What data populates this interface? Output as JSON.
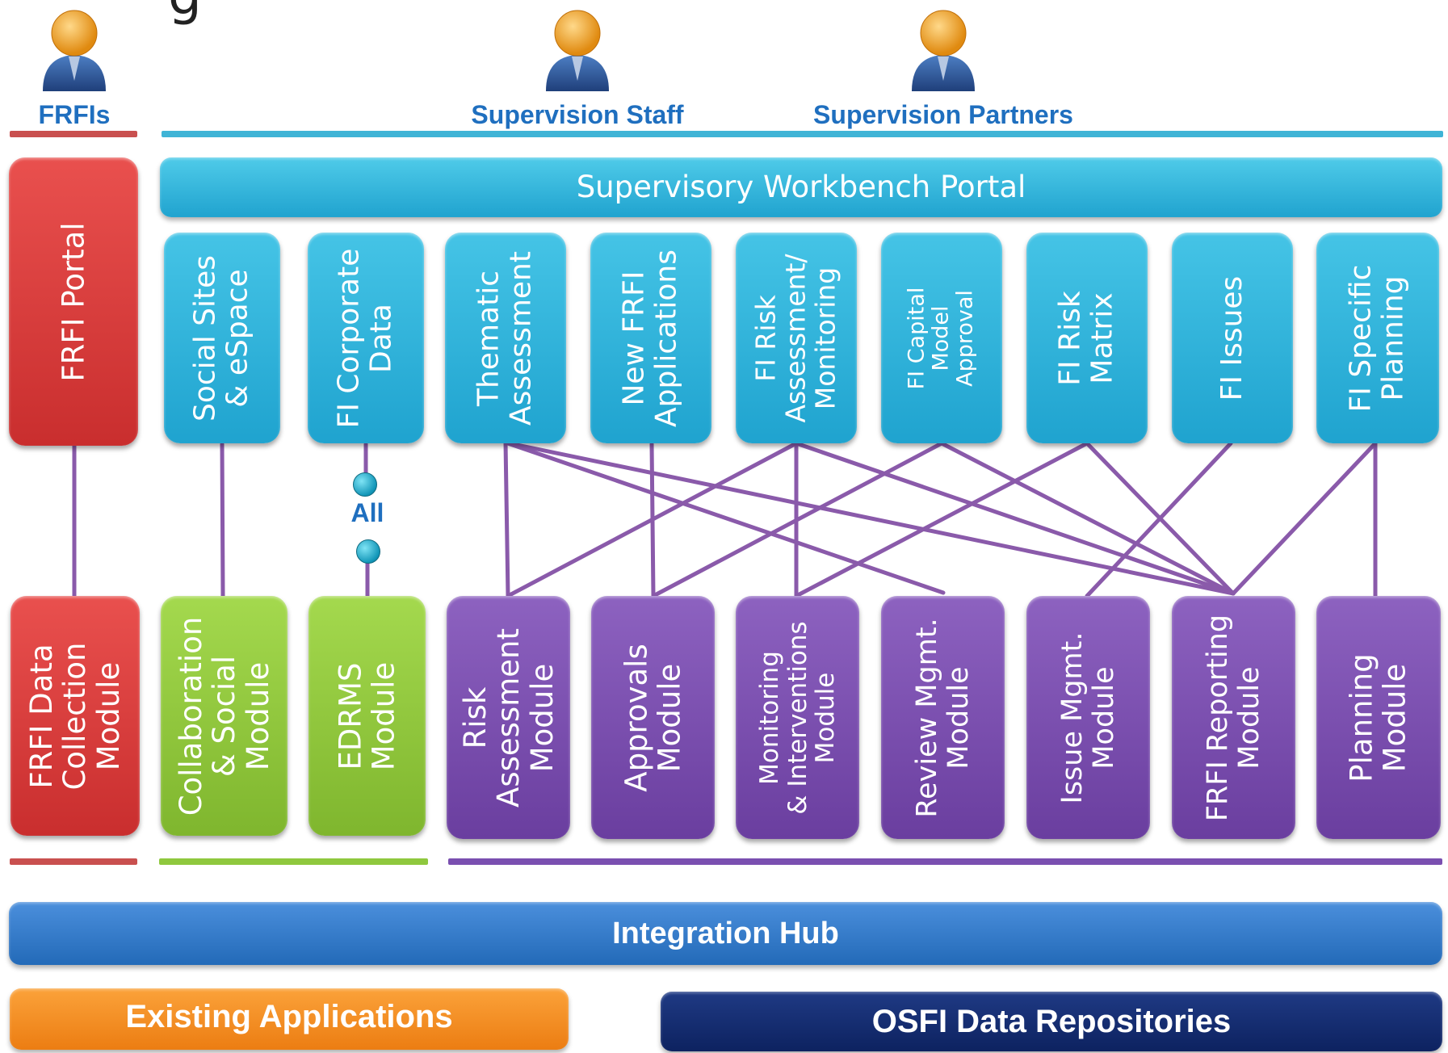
{
  "header_title_fragment": "g",
  "actors": [
    {
      "name": "FRFIs",
      "icon": "person-icon"
    },
    {
      "name": "Supervision Staff",
      "icon": "person-icon"
    },
    {
      "name": "Supervision Partners",
      "icon": "person-icon"
    }
  ],
  "colors": {
    "frfi_red": "#d93a3a",
    "portal_cyan": "#2fb2d8",
    "collab_green": "#8fc83e",
    "module_purple": "#7a4fb0",
    "connector_purple": "#8a5aaa",
    "hub_blue": "#2f78c8",
    "existing_orange": "#f28a1e",
    "osfi_navy": "#112a6a",
    "actor_label_blue": "#1f6fbf"
  },
  "frfi_portal": {
    "label": "FRFI Portal"
  },
  "workbench_portal": {
    "label": "Supervisory Workbench Portal"
  },
  "top_boxes": [
    {
      "lines": [
        "Social Sites",
        "& eSpace"
      ]
    },
    {
      "lines": [
        "FI Corporate",
        "Data"
      ]
    },
    {
      "lines": [
        "Thematic",
        "Assessment"
      ]
    },
    {
      "lines": [
        "New FRFI",
        "Applications"
      ]
    },
    {
      "lines": [
        "FI Risk",
        "Assessment/",
        "Monitoring"
      ]
    },
    {
      "lines": [
        "FI Capital",
        "Model",
        "Approval"
      ]
    },
    {
      "lines": [
        "FI Risk",
        "Matrix"
      ]
    },
    {
      "lines": [
        "FI Issues"
      ]
    },
    {
      "lines": [
        "FI Specific",
        "Planning"
      ]
    }
  ],
  "all_label": "All",
  "bottom_modules": [
    {
      "lines": [
        "FRFI Data",
        "Collection",
        "Module"
      ]
    },
    {
      "lines": [
        "Collaboration",
        "& Social",
        "Module"
      ]
    },
    {
      "lines": [
        "EDRMS",
        "Module"
      ]
    },
    {
      "lines": [
        "Risk",
        "Assessment",
        "Module"
      ]
    },
    {
      "lines": [
        "Approvals",
        "Module"
      ]
    },
    {
      "lines": [
        "Monitoring",
        "& Interventions",
        "Module"
      ]
    },
    {
      "lines": [
        "Review Mgmt.",
        "Module"
      ]
    },
    {
      "lines": [
        "Issue Mgmt.",
        "Module"
      ]
    },
    {
      "lines": [
        "FRFI Reporting",
        "Module"
      ]
    },
    {
      "lines": [
        "Planning",
        "Module"
      ]
    }
  ],
  "integration_hub": {
    "label": "Integration Hub"
  },
  "existing_applications": {
    "label": "Existing Applications"
  },
  "osfi_repositories": {
    "label": "OSFI Data Repositories"
  }
}
